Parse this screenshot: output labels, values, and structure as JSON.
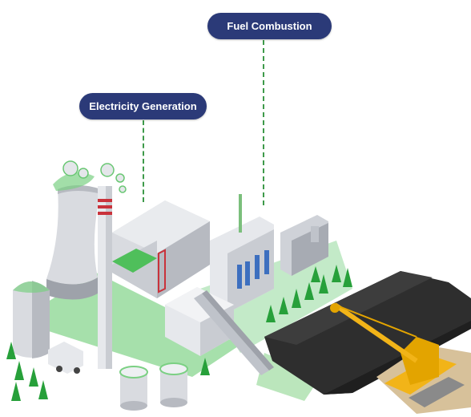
{
  "callouts": {
    "fuel_combustion": "Fuel Combustion",
    "electricity_generation": "Electricity Generation"
  },
  "colors": {
    "callout_bg": "#2b3a78",
    "callout_text": "#ffffff",
    "accent_green": "#3fb84c",
    "leader_line": "#3e9a4a",
    "coal": "#2e2e2e",
    "excavator": "#f2b418",
    "building_light": "#e6e8ec",
    "building_mid": "#c9ccd2",
    "building_dark": "#a7abb3"
  },
  "illustration": {
    "name": "coal-fired power plant",
    "elements": [
      "cooling-tower",
      "chimney-stack",
      "generator-hall",
      "boiler-house",
      "conveyor-belt",
      "coal-pile",
      "bucket-wheel-excavator",
      "storage-tanks",
      "trees",
      "truck"
    ]
  }
}
